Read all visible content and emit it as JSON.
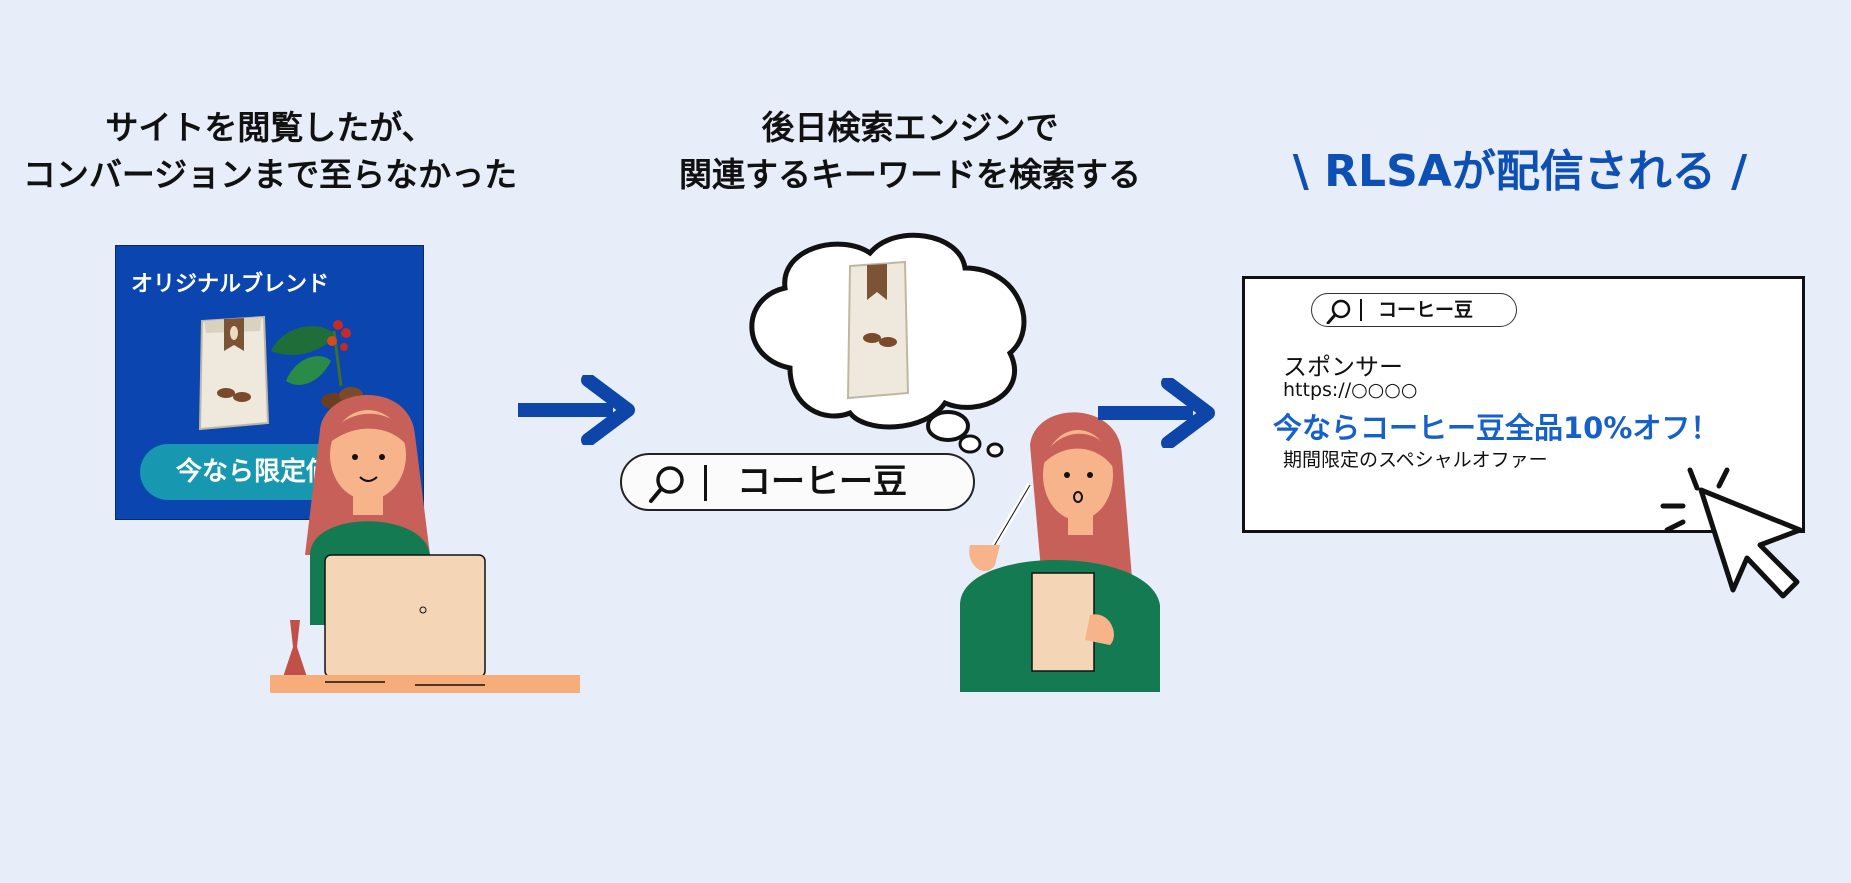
{
  "steps": [
    {
      "lines": [
        "サイトを閲覧したが、",
        "コンバージョンまで至らなかった"
      ]
    },
    {
      "lines": [
        "後日検索エンジンで",
        "関連するキーワードを検索する"
      ]
    },
    {
      "lines": [
        "\\ RLSAが配信される /"
      ]
    }
  ],
  "banner": {
    "title": "オリジナルブレンド",
    "cta": "今なら限定価格"
  },
  "search": {
    "query": "コーヒー豆"
  },
  "ad": {
    "search_query": "コーヒー豆",
    "sponsor": "スポンサー",
    "url": "https://○○○○",
    "headline": "今ならコーヒー豆全品10%オフ！",
    "description": "期間限定のスペシャルオファー"
  },
  "colors": {
    "background": "#e7eefa",
    "accent": "#0d4fb3",
    "banner": "#0a45b0",
    "cta": "#1898b0",
    "sweater": "#147a52",
    "hair": "#c8605a",
    "skin": "#f7b48a"
  },
  "icons": [
    "coffee-bag-icon",
    "coffee-plant-icon",
    "search-icon",
    "arrow-right-icon",
    "cursor-icon",
    "laptop-icon",
    "thought-cloud-icon"
  ]
}
